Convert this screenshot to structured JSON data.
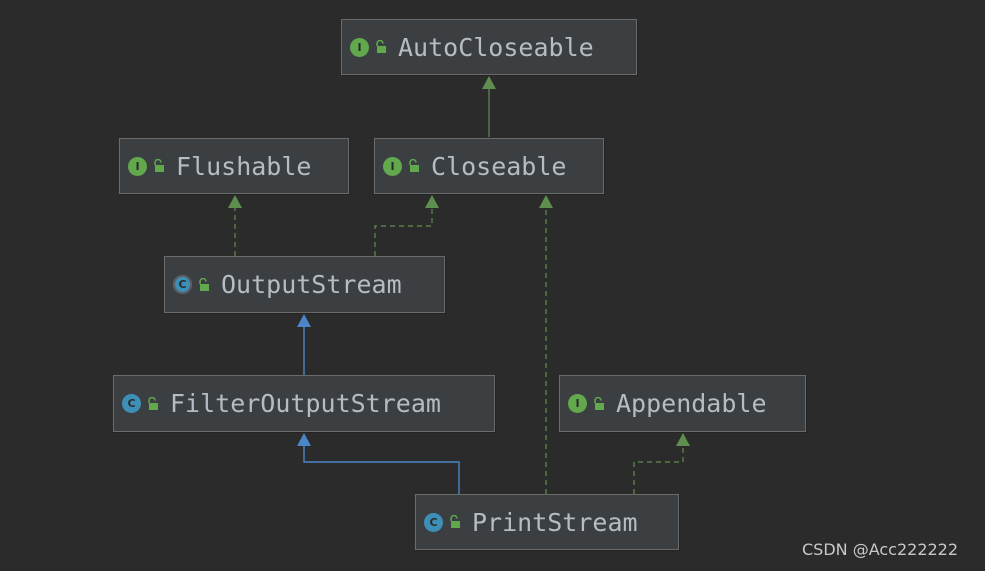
{
  "diagram": {
    "nodes": {
      "autocloseable": {
        "label": "AutoCloseable",
        "kind": "interface",
        "kind_letter": "I",
        "icon": "interface-icon",
        "visibility_icon": "public-lock-icon"
      },
      "flushable": {
        "label": "Flushable",
        "kind": "interface",
        "kind_letter": "I",
        "icon": "interface-icon",
        "visibility_icon": "public-lock-icon"
      },
      "closeable": {
        "label": "Closeable",
        "kind": "interface",
        "kind_letter": "I",
        "icon": "interface-icon",
        "visibility_icon": "public-lock-icon"
      },
      "outputstream": {
        "label": "OutputStream",
        "kind": "abstract-class",
        "kind_letter": "C",
        "icon": "abstract-class-icon",
        "visibility_icon": "public-lock-icon"
      },
      "filteroutputstream": {
        "label": "FilterOutputStream",
        "kind": "class",
        "kind_letter": "C",
        "icon": "class-icon",
        "visibility_icon": "public-lock-icon"
      },
      "appendable": {
        "label": "Appendable",
        "kind": "interface",
        "kind_letter": "I",
        "icon": "interface-icon",
        "visibility_icon": "public-lock-icon"
      },
      "printstream": {
        "label": "PrintStream",
        "kind": "class",
        "kind_letter": "C",
        "icon": "class-icon",
        "visibility_icon": "public-lock-icon"
      }
    },
    "edges": [
      {
        "from": "Closeable",
        "to": "AutoCloseable",
        "relation": "extends",
        "style": "solid",
        "color": "#5f8f4f"
      },
      {
        "from": "OutputStream",
        "to": "Flushable",
        "relation": "implements",
        "style": "dashed",
        "color": "#5f8f4f"
      },
      {
        "from": "OutputStream",
        "to": "Closeable",
        "relation": "implements",
        "style": "dashed",
        "color": "#5f8f4f"
      },
      {
        "from": "FilterOutputStream",
        "to": "OutputStream",
        "relation": "extends",
        "style": "solid",
        "color": "#4a86c8"
      },
      {
        "from": "PrintStream",
        "to": "FilterOutputStream",
        "relation": "extends",
        "style": "solid",
        "color": "#4a86c8"
      },
      {
        "from": "PrintStream",
        "to": "Closeable",
        "relation": "implements",
        "style": "dashed",
        "color": "#5f8f4f"
      },
      {
        "from": "PrintStream",
        "to": "Appendable",
        "relation": "implements",
        "style": "dashed",
        "color": "#5f8f4f"
      }
    ]
  },
  "colors": {
    "background": "#2b2b2b",
    "node_fill": "#3c3f41",
    "node_border": "#6b6b6b",
    "node_text": "#b7bcc4",
    "interface_badge": "#62a84d",
    "class_badge": "#3d8fb8",
    "implements_edge": "#5f8f4f",
    "extends_class_edge": "#4a86c8"
  },
  "watermark": {
    "text": "CSDN @Acc222222"
  }
}
